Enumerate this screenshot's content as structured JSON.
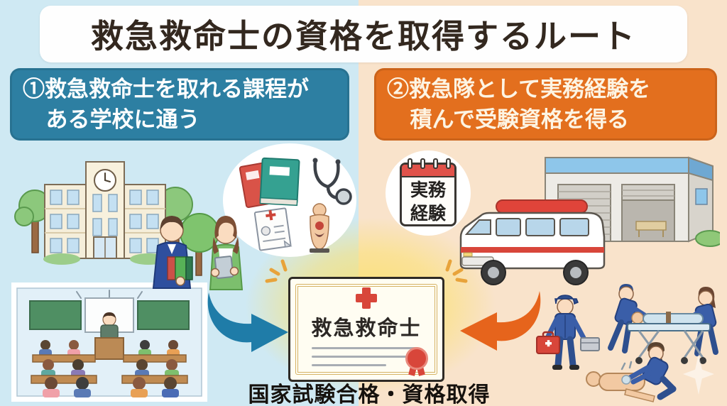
{
  "title": "救急救命士の資格を取得するルート",
  "route1": {
    "line1": "①救急救命士を取れる課程が",
    "line2": "ある学校に通う"
  },
  "route2": {
    "line1": "②救急隊として実務経験を",
    "line2": "積んで受験資格を得る"
  },
  "experience_badge": {
    "line1": "実務",
    "line2": "経験"
  },
  "certificate": {
    "title": "救急救命士"
  },
  "caption": "国家試験合格・資格取得",
  "colors": {
    "route1_bg": "#2d7fa2",
    "route2_bg": "#e36f1e",
    "left_bg": "#cfe9f3",
    "right_bg": "#f9e3cb",
    "arrow_blue": "#1f7ca8",
    "arrow_orange": "#e6641c",
    "accent_red": "#d8463a",
    "gold_frame": "#d5b264",
    "glow_yellow": "#fae06e",
    "uniform_navy": "#3a5ea8",
    "title_text": "#33281f"
  },
  "icons": [
    "school-building-icon",
    "students-icon",
    "study-items-icon",
    "classroom-icon",
    "calendar-icon",
    "ambulance-icon",
    "fire-station-icon",
    "paramedics-icon",
    "arrow-right-icon",
    "arrow-left-icon",
    "red-cross-icon",
    "ribbon-seal-icon",
    "sparkle-icon"
  ]
}
